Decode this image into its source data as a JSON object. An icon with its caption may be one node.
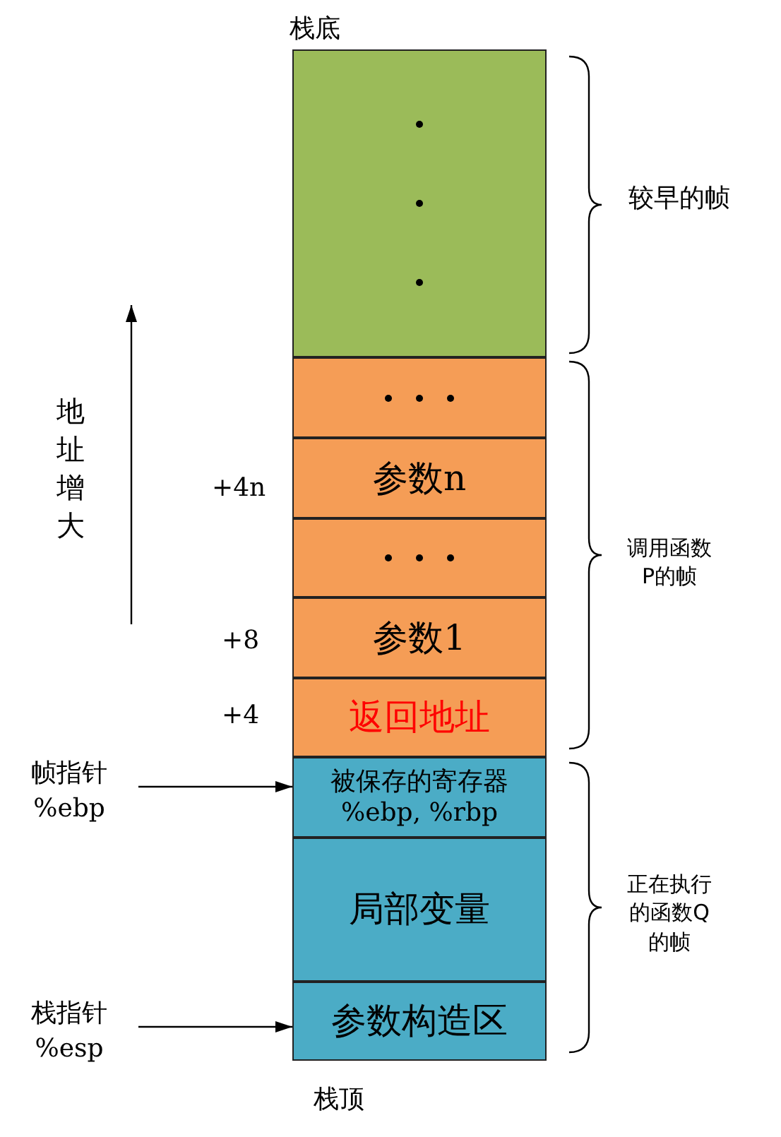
{
  "diagram": {
    "nodes": [
      {
        "text": [],
        "shape": "box"
      },
      {
        "text": [],
        "shape": "box"
      },
      {
        "text": [
          "参数n"
        ],
        "beside": [
          "+4n"
        ]
      },
      {
        "text": [],
        "shape": "box"
      },
      {
        "text": [
          "参数1"
        ],
        "beside": [
          "+8"
        ]
      },
      {
        "text": [
          "返回地址"
        ],
        "beside": [
          "+4"
        ]
      },
      {
        "text": [
          "被保存的寄存器",
          "%ebp, %rbp"
        ]
      },
      {
        "text": [
          "局部变量"
        ]
      },
      {
        "text": [
          "参数构造区"
        ]
      },
      {
        "text": [
          "帧指针",
          "%ebp"
        ]
      },
      {
        "text": [
          "栈指针",
          "%esp"
        ]
      }
    ],
    "edges": [
      {
        "from": 9,
        "to": 6,
        "arrow": "to"
      },
      {
        "from": 10,
        "to": 8,
        "arrow": "to"
      }
    ],
    "labels": [
      "栈底",
      "较早的帧",
      "地址增大",
      "调用函数P的帧",
      "正在执行的函数Q的帧",
      "栈顶"
    ]
  }
}
